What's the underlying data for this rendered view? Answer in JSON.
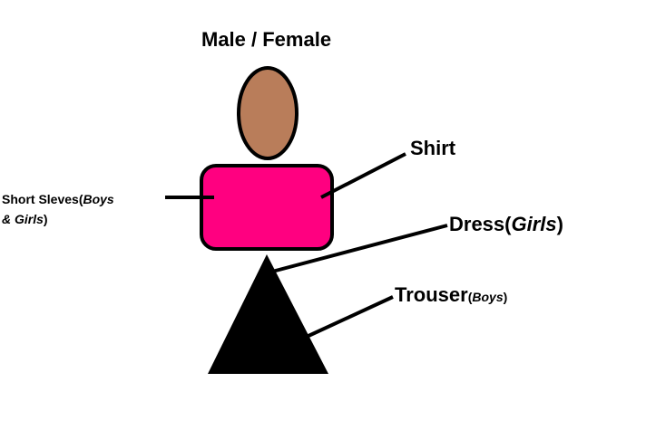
{
  "title": "Male / Female",
  "labels": {
    "shirt": "Shirt",
    "dress": {
      "text": "Dress(",
      "emphasis": "Girls",
      "close": ")"
    },
    "trouser": {
      "text": "Trouser",
      "note_open": "(",
      "emphasis": "Boys",
      "note_close": ")"
    },
    "sleeves": {
      "text": "Short Sleves(",
      "emphasis1": "Boys",
      "line2_emphasis": "& Girls",
      "close": ")"
    }
  },
  "colors": {
    "head": "#B97D5A",
    "shirt": "#FF0080",
    "outline": "#000000",
    "skirt": "#000000"
  }
}
